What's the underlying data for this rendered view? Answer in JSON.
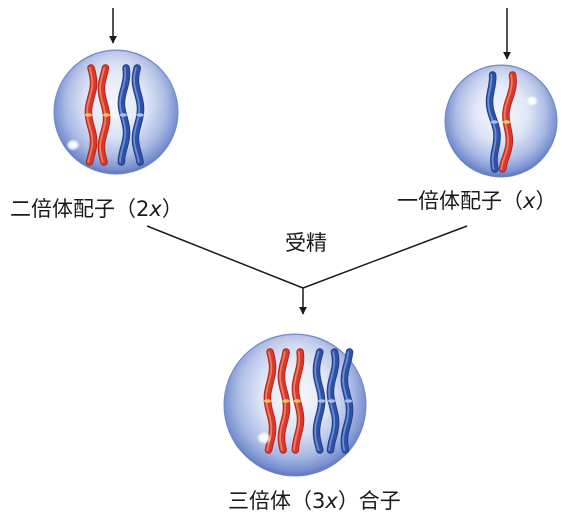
{
  "diploid_gamete": {
    "label_pre": "二倍体配子（2",
    "label_var": "x",
    "label_post": "）",
    "chromosomes": [
      "red",
      "red",
      "blue",
      "blue"
    ]
  },
  "haploid_gamete": {
    "label_pre": "一倍体配子（",
    "label_var": "x",
    "label_post": "）",
    "chromosomes": [
      "blue",
      "red"
    ]
  },
  "fertilization_label": "受精",
  "triploid_zygote": {
    "label_pre": "三倍体（3",
    "label_var": "x",
    "label_post": "）合子",
    "chromosomes": [
      "red",
      "red",
      "red",
      "blue",
      "blue",
      "blue"
    ]
  },
  "palette": {
    "red": {
      "shade": "#a8241c",
      "body": "#d9382b",
      "highlight": "#f08466",
      "centromere": "#f4c463"
    },
    "blue": {
      "shade": "#1e3a80",
      "body": "#2f52a6",
      "highlight": "#7093dc",
      "centromere": "#a9c1ee"
    },
    "cell_edge": "#6f87c7",
    "line": "#1b1b1b"
  }
}
